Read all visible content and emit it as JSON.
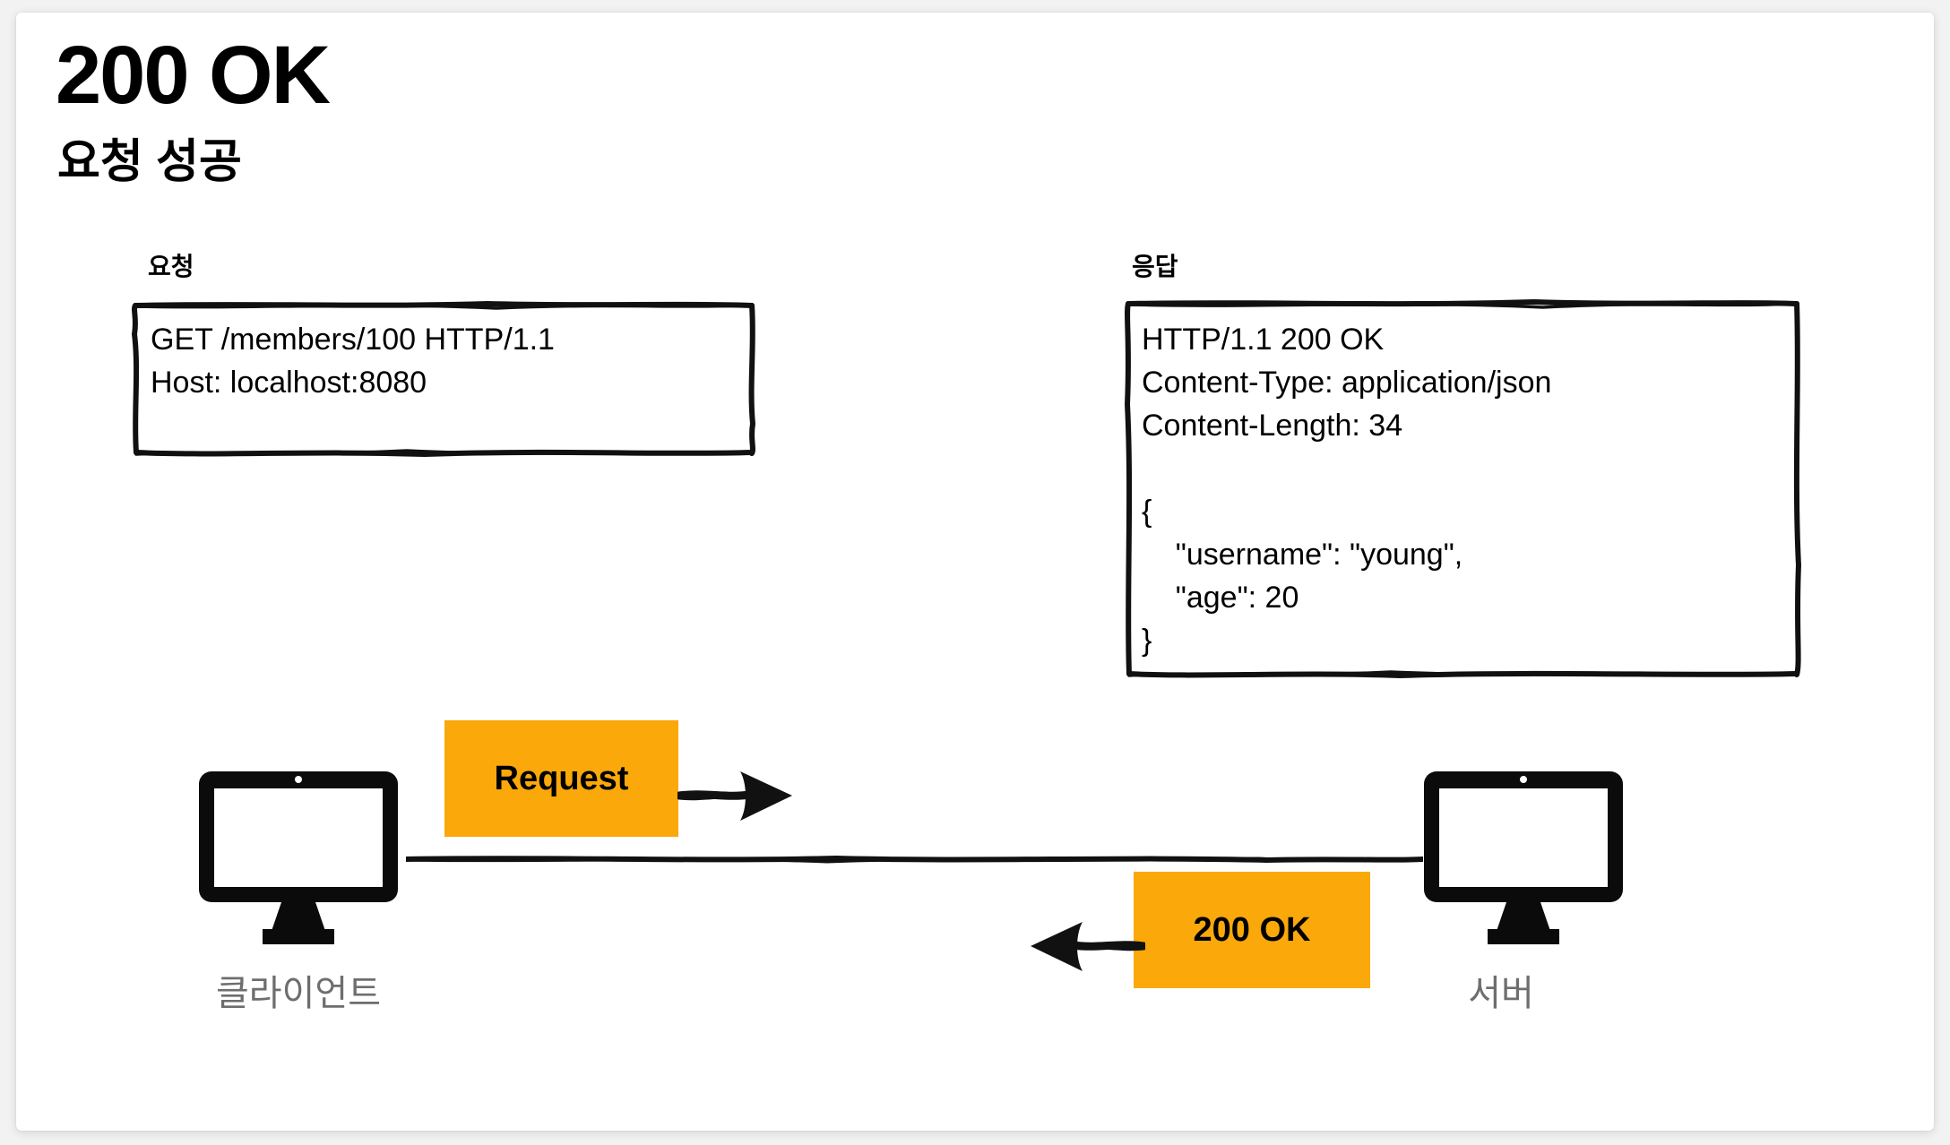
{
  "slide": {
    "title": "200 OK",
    "subtitle": "요청 성공",
    "accent_color": "#faa80a",
    "text_color": "#000000",
    "muted_color": "#6e6e6e",
    "background_color": "#ffffff",
    "page_background_color": "#f2f2f2"
  },
  "request_panel": {
    "caption": "요청",
    "content": "GET /members/100 HTTP/1.1\nHost: localhost:8080"
  },
  "response_panel": {
    "caption": "응답",
    "content": "HTTP/1.1 200 OK\nContent-Type: application/json\nContent-Length: 34\n\n{\n    \"username\": \"young\",\n    \"age\": 20\n}"
  },
  "diagram": {
    "client": {
      "label": "클라이언트",
      "icon": "desktop-monitor-icon"
    },
    "server": {
      "label": "서버",
      "icon": "desktop-monitor-icon"
    },
    "request_badge": {
      "label": "Request",
      "color": "#faa80a",
      "arrow": "arrow-right-icon"
    },
    "response_badge": {
      "label": "200 OK",
      "color": "#faa80a",
      "arrow": "arrow-left-icon"
    },
    "connection": "horizontal-wire"
  }
}
